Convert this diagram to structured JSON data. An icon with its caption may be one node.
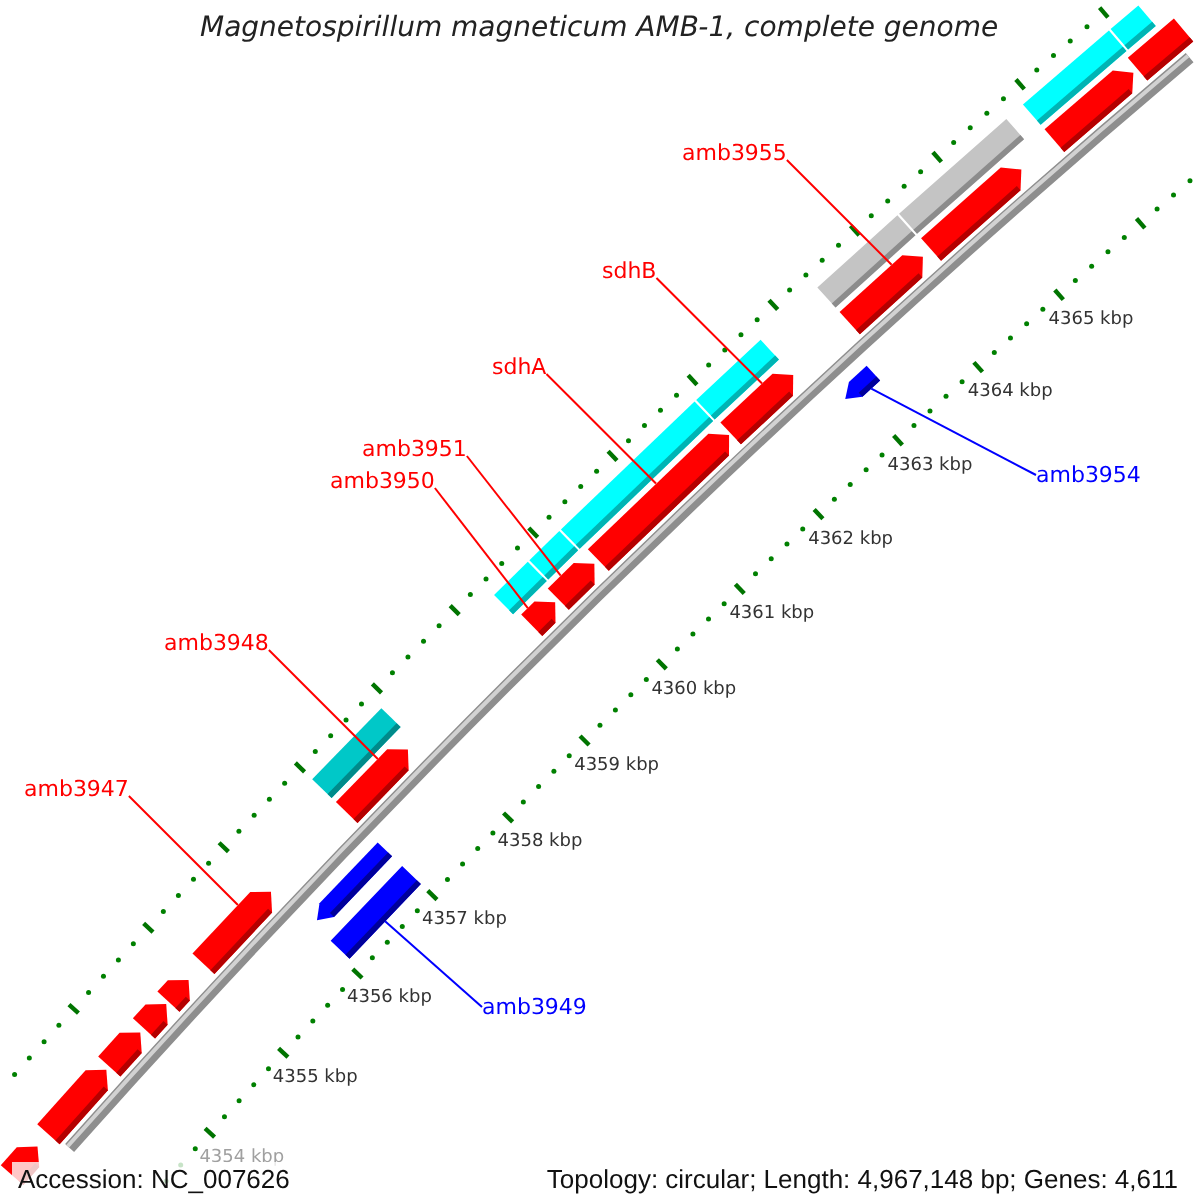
{
  "diagram": {
    "title": "Magnetospirillum magneticum AMB-1, complete genome",
    "nodes": [
      {
        "text": [
          "amb3955"
        ]
      },
      {
        "text": [
          "sdhB"
        ]
      },
      {
        "text": [
          "sdhA"
        ]
      },
      {
        "text": [
          "amb3951"
        ]
      },
      {
        "text": [
          "amb3950"
        ]
      },
      {
        "text": [
          "amb3954"
        ]
      },
      {
        "text": [
          "amb3948"
        ]
      },
      {
        "text": [
          "amb3947"
        ]
      },
      {
        "text": [
          "amb3949"
        ]
      },
      {
        "text": [],
        "shape": "arrow"
      },
      {
        "text": [],
        "shape": "arrow"
      },
      {
        "text": [],
        "shape": "arrow"
      },
      {
        "text": [],
        "shape": "arrow"
      },
      {
        "text": [],
        "shape": "arrow"
      },
      {
        "text": [],
        "shape": "arrow"
      },
      {
        "text": [],
        "shape": "bar"
      },
      {
        "text": [],
        "shape": "arrow"
      },
      {
        "text": [],
        "shape": "bar"
      },
      {
        "text": [],
        "shape": "arrow"
      },
      {
        "text": [],
        "shape": "bar"
      },
      {
        "text": [],
        "shape": "arrow"
      },
      {
        "text": [],
        "shape": "arrow"
      },
      {
        "text": [],
        "shape": "bar"
      },
      {
        "text": [],
        "shape": "bar"
      },
      {
        "text": [],
        "shape": "arrow"
      },
      {
        "text": [],
        "shape": "bar"
      },
      {
        "text": [],
        "shape": "arrow"
      },
      {
        "text": [],
        "shape": "arrow"
      },
      {
        "text": [],
        "shape": "bar"
      },
      {
        "text": [],
        "shape": "arrow"
      },
      {
        "text": [],
        "shape": "bar"
      },
      {
        "text": [],
        "shape": "arrow"
      },
      {
        "text": [],
        "shape": "bar"
      },
      {
        "text": [],
        "shape": "arrow"
      },
      {
        "text": [],
        "shape": "bar"
      },
      {
        "text": [],
        "shape": "bar"
      }
    ],
    "edges": [
      {
        "from": 0,
        "to": 29,
        "arrow": "none"
      },
      {
        "from": 1,
        "to": 26,
        "arrow": "none"
      },
      {
        "from": 2,
        "to": 24,
        "arrow": "none"
      },
      {
        "from": 3,
        "to": 21,
        "arrow": "none"
      },
      {
        "from": 4,
        "to": 20,
        "arrow": "none"
      },
      {
        "from": 5,
        "to": 27,
        "arrow": "none",
        "color": "#0000ff"
      },
      {
        "from": 6,
        "to": 18,
        "arrow": "none"
      },
      {
        "from": 7,
        "to": 14,
        "arrow": "none"
      },
      {
        "from": 8,
        "to": 15,
        "arrow": "none",
        "color": "#0000ff"
      }
    ],
    "labels": [
      "4365 kbp",
      "4364 kbp",
      "4363 kbp",
      "4362 kbp",
      "4361 kbp",
      "4360 kbp",
      "4359 kbp",
      "4358 kbp",
      "4357 kbp",
      "4356 kbp",
      "4355 kbp",
      "4354 kbp",
      "Accession: NC_007626",
      "Topology: circular; Length: 4,967,148 bp; Genes: 4,611"
    ]
  }
}
